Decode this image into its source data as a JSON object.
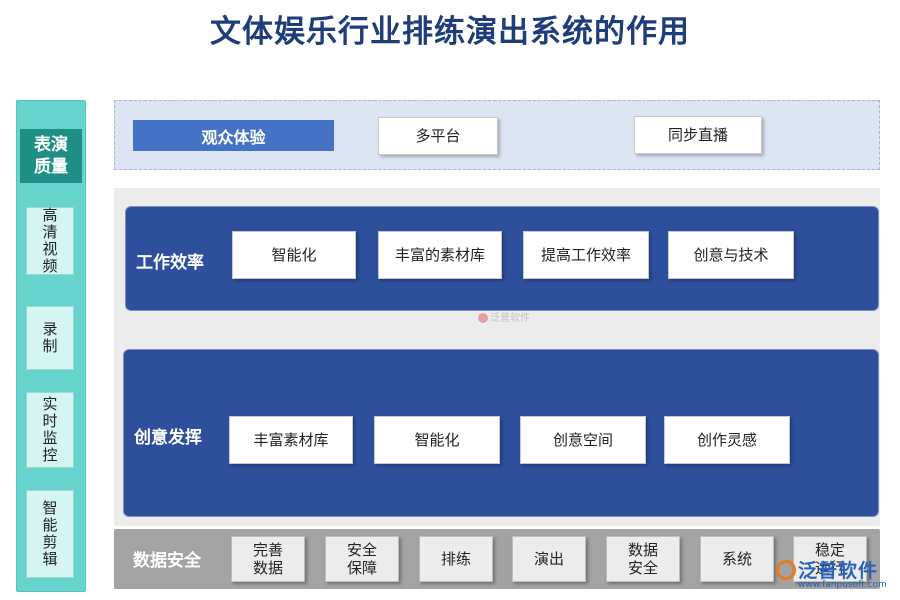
{
  "title": "文体娱乐行业排练演出系统的作用",
  "left": {
    "header": "表演\n质量",
    "items": [
      "高\n清\n视\n频",
      "录\n制",
      "实\n时\n监\n控",
      "智\n能\n剪\n辑"
    ]
  },
  "top_panel": {
    "label": "观众体验",
    "items": [
      "多平台",
      "同步直播"
    ]
  },
  "panel_efficiency": {
    "label": "工作效率",
    "items": [
      "智能化",
      "丰富的素材库",
      "提高工作效率",
      "创意与技术"
    ]
  },
  "panel_creative": {
    "label": "创意发挥",
    "items": [
      "丰富素材库",
      "智能化",
      "创意空间",
      "创作灵感"
    ]
  },
  "bottom": {
    "label": "数据安全",
    "items": [
      "完善\n数据",
      "安全\n保障",
      "排练",
      "演出",
      "数据\n安全",
      "系统",
      "稳定\n运行"
    ]
  },
  "watermark": "泛普软件",
  "logo": {
    "name": "泛普软件",
    "url": "www.fanpusoft.com"
  },
  "colors": {
    "title": "#1f3d7a",
    "left_column": "#66d4cc",
    "left_header": "#1d8f86",
    "panel_dark": "#2e4f9c",
    "top_panel": "#dde4f3",
    "label_blue": "#4472c4",
    "bottom_band": "#a3a3a3",
    "logo": "#2a63b8"
  }
}
